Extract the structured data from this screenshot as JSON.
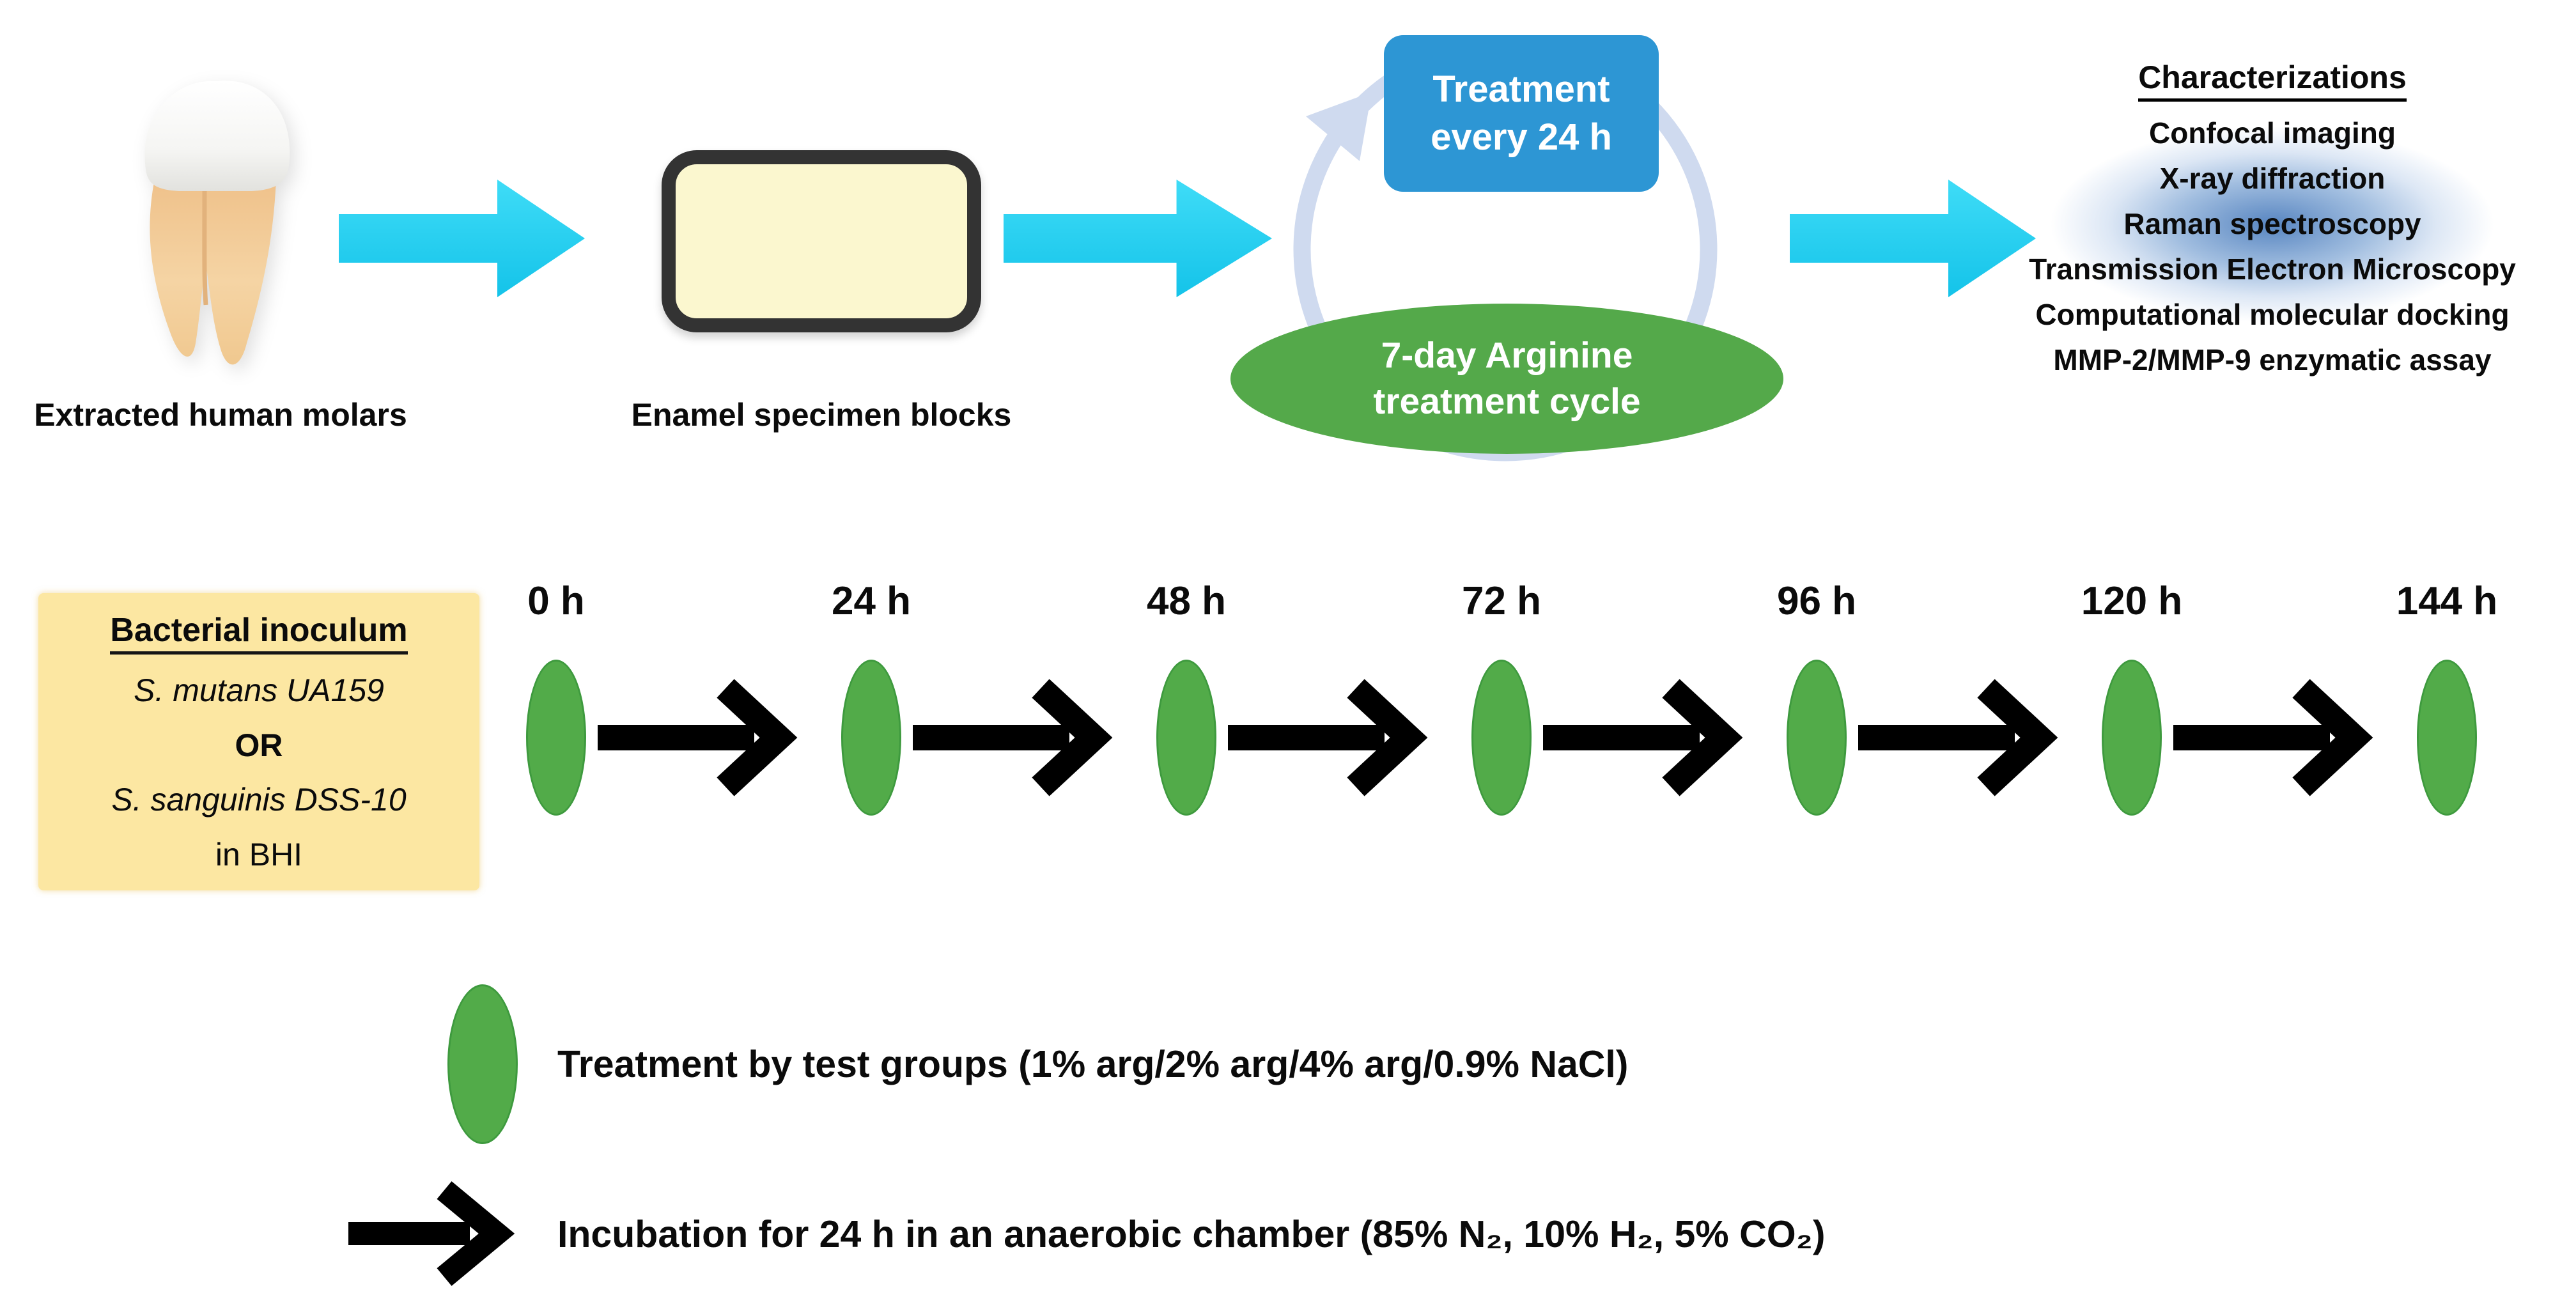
{
  "top_flow": {
    "step1_label": "Extracted human molars",
    "step2_label": "Enamel specimen blocks",
    "cycle": {
      "box_line1": "Treatment",
      "box_line2": "every 24 h",
      "ellipse_line1": "7-day Arginine",
      "ellipse_line2": "treatment cycle"
    },
    "characterizations": {
      "title": "Characterizations",
      "items": [
        "Confocal imaging",
        "X-ray diffraction",
        "Raman spectroscopy",
        "Transmission Electron Microscopy",
        "Computational molecular docking",
        "MMP-2/MMP-9 enzymatic assay"
      ]
    }
  },
  "inoculum": {
    "title": "Bacterial inoculum",
    "species1": "S. mutans UA159",
    "or": "OR",
    "species2": "S. sanguinis DSS-10",
    "medium": "in BHI"
  },
  "timeline": {
    "timepoints": [
      "0 h",
      "24 h",
      "48 h",
      "72 h",
      "96 h",
      "120 h",
      "144 h"
    ]
  },
  "legend": {
    "treatment": "Treatment by test groups (1% arg/2% arg/4% arg/0.9% NaCl)",
    "incubation": "Incubation for 24 h in an anaerobic chamber (85% N₂, 10% H₂, 5% CO₂)"
  },
  "colors": {
    "cyan_arrow": "#29CFF0",
    "blue_box": "#2D96D4",
    "cycle_ring": "#CFDAEF",
    "green": "#52AB49",
    "inoculum_bg": "#FCE7A2",
    "enamel_fill": "#FBF7CF",
    "enamel_border": "#333333",
    "glow_blue": "#4A86C8",
    "tooth_root": "#F2CB98",
    "black_arrow": "#000000"
  }
}
